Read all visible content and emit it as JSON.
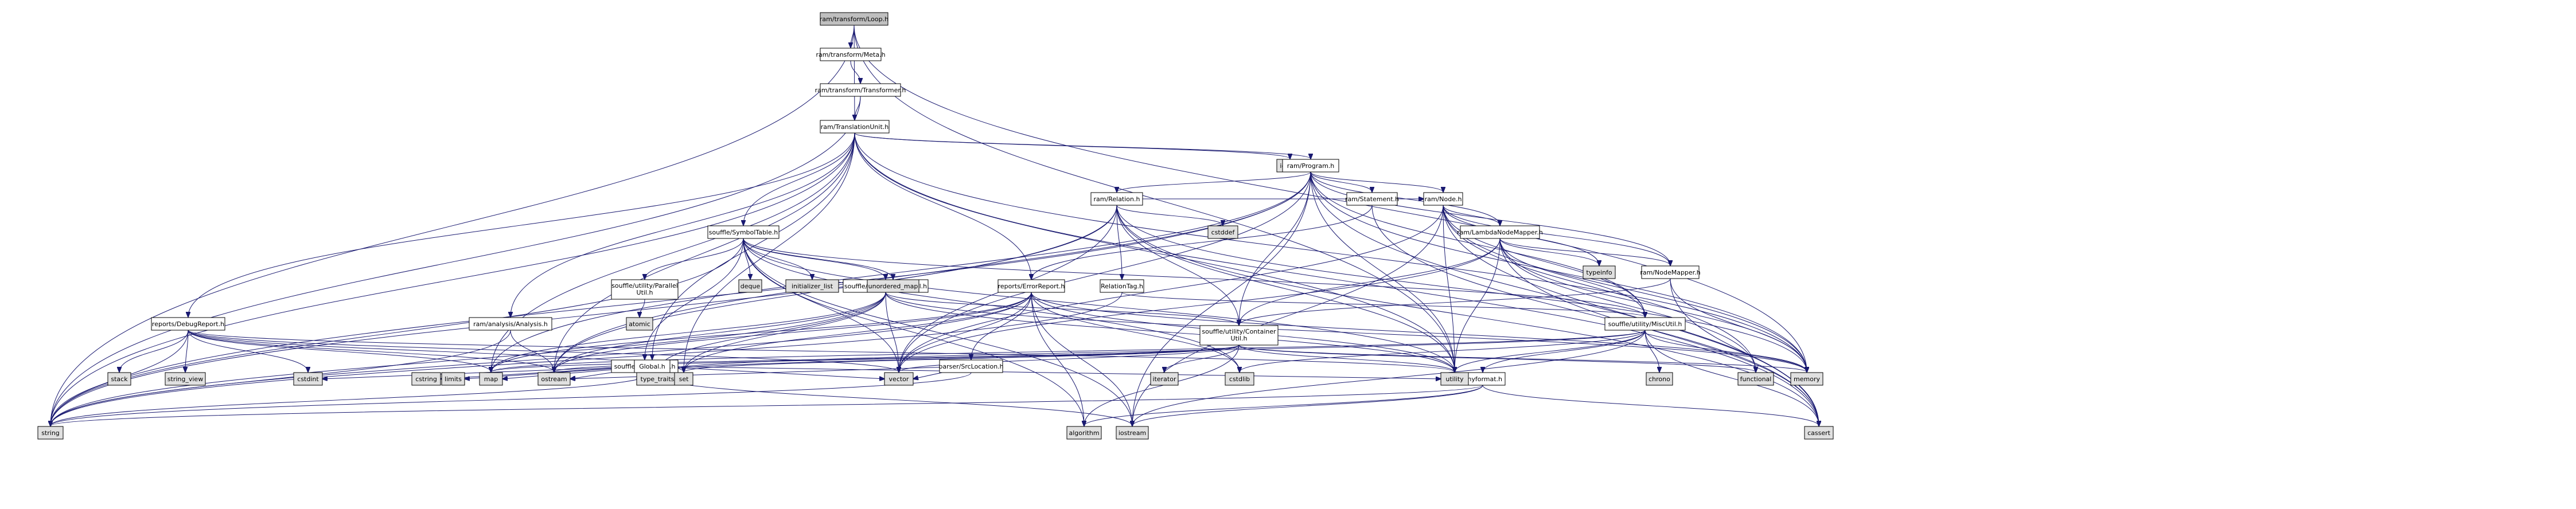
{
  "graph": {
    "root": "ram/transform/Loop.h",
    "nodes": [
      {
        "id": "loop",
        "lines": [
          "ram/transform/Loop.h"
        ],
        "style": "root"
      },
      {
        "id": "meta",
        "lines": [
          "ram/transform/Meta.h"
        ],
        "style": "file"
      },
      {
        "id": "transformer",
        "lines": [
          "ram/transform/Transformer.h"
        ],
        "style": "file"
      },
      {
        "id": "tu",
        "lines": [
          "ram/TranslationUnit.h"
        ],
        "style": "file"
      },
      {
        "id": "iosfwd",
        "lines": [
          "iosfwd"
        ],
        "style": "system"
      },
      {
        "id": "program",
        "lines": [
          "ram/Program.h"
        ],
        "style": "file"
      },
      {
        "id": "relation",
        "lines": [
          "ram/Relation.h"
        ],
        "style": "file"
      },
      {
        "id": "statement",
        "lines": [
          "ram/Statement.h"
        ],
        "style": "file"
      },
      {
        "id": "cstddef",
        "lines": [
          "cstddef"
        ],
        "style": "system"
      },
      {
        "id": "node",
        "lines": [
          "ram/Node.h"
        ],
        "style": "file"
      },
      {
        "id": "lambdamapper",
        "lines": [
          "ram/LambdaNodeMapper.h"
        ],
        "style": "file"
      },
      {
        "id": "symboltable",
        "lines": [
          "souffle/SymbolTable.h"
        ],
        "style": "file"
      },
      {
        "id": "typeinfo",
        "lines": [
          "typeinfo"
        ],
        "style": "system"
      },
      {
        "id": "nodemapper",
        "lines": [
          "ram/NodeMapper.h"
        ],
        "style": "file"
      },
      {
        "id": "reltag",
        "lines": [
          "RelationTag.h"
        ],
        "style": "file"
      },
      {
        "id": "errorreport",
        "lines": [
          "reports/ErrorReport.h"
        ],
        "style": "file"
      },
      {
        "id": "streamutil",
        "lines": [
          "souffle/utility/StreamUtil.h"
        ],
        "style": "file"
      },
      {
        "id": "parallelutil",
        "lines": [
          "souffle/utility/Parallel",
          "Util.h"
        ],
        "style": "file"
      },
      {
        "id": "deque",
        "lines": [
          "deque"
        ],
        "style": "system"
      },
      {
        "id": "initlist",
        "lines": [
          "initializer_list"
        ],
        "style": "system"
      },
      {
        "id": "unorderedmap",
        "lines": [
          "unordered_map"
        ],
        "style": "system"
      },
      {
        "id": "miscutil",
        "lines": [
          "souffle/utility/MiscUtil.h"
        ],
        "style": "file"
      },
      {
        "id": "container",
        "lines": [
          "souffle/utility/Container",
          "Util.h"
        ],
        "style": "file"
      },
      {
        "id": "debugreport",
        "lines": [
          "reports/DebugReport.h"
        ],
        "style": "file"
      },
      {
        "id": "analysis",
        "lines": [
          "ram/analysis/Analysis.h"
        ],
        "style": "file"
      },
      {
        "id": "atomic",
        "lines": [
          "atomic"
        ],
        "style": "system"
      },
      {
        "id": "ramtypes",
        "lines": [
          "souffle/RamTypes.h"
        ],
        "style": "file"
      },
      {
        "id": "global",
        "lines": [
          "Global.h"
        ],
        "style": "file"
      },
      {
        "id": "srcloc",
        "lines": [
          "parser/SrcLocation.h"
        ],
        "style": "file"
      },
      {
        "id": "tinyformat",
        "lines": [
          "tinyformat.h"
        ],
        "style": "file"
      },
      {
        "id": "chrono",
        "lines": [
          "chrono"
        ],
        "style": "system"
      },
      {
        "id": "functional",
        "lines": [
          "functional"
        ],
        "style": "system"
      },
      {
        "id": "iterator",
        "lines": [
          "iterator"
        ],
        "style": "system"
      },
      {
        "id": "stack",
        "lines": [
          "stack"
        ],
        "style": "system"
      },
      {
        "id": "string_view",
        "lines": [
          "string_view"
        ],
        "style": "system"
      },
      {
        "id": "cstdint",
        "lines": [
          "cstdint"
        ],
        "style": "system"
      },
      {
        "id": "cstring",
        "lines": [
          "cstring"
        ],
        "style": "system"
      },
      {
        "id": "limits",
        "lines": [
          "limits"
        ],
        "style": "system"
      },
      {
        "id": "map",
        "lines": [
          "map"
        ],
        "style": "system"
      },
      {
        "id": "ostream",
        "lines": [
          "ostream"
        ],
        "style": "system"
      },
      {
        "id": "type_traits",
        "lines": [
          "type_traits"
        ],
        "style": "system"
      },
      {
        "id": "set",
        "lines": [
          "set"
        ],
        "style": "system"
      },
      {
        "id": "vector",
        "lines": [
          "vector"
        ],
        "style": "system"
      },
      {
        "id": "cstdlib",
        "lines": [
          "cstdlib"
        ],
        "style": "system"
      },
      {
        "id": "utility",
        "lines": [
          "utility"
        ],
        "style": "system"
      },
      {
        "id": "memory",
        "lines": [
          "memory"
        ],
        "style": "system"
      },
      {
        "id": "string",
        "lines": [
          "string"
        ],
        "style": "system"
      },
      {
        "id": "algorithm",
        "lines": [
          "algorithm"
        ],
        "style": "system"
      },
      {
        "id": "iostream",
        "lines": [
          "iostream"
        ],
        "style": "system"
      },
      {
        "id": "cassert",
        "lines": [
          "cassert"
        ],
        "style": "system"
      }
    ],
    "edges": [
      [
        "loop",
        "meta"
      ],
      [
        "loop",
        "tu"
      ],
      [
        "loop",
        "string"
      ],
      [
        "loop",
        "memory"
      ],
      [
        "loop",
        "utility"
      ],
      [
        "meta",
        "transformer"
      ],
      [
        "transformer",
        "tu"
      ],
      [
        "transformer",
        "string"
      ],
      [
        "tu",
        "iosfwd"
      ],
      [
        "tu",
        "program"
      ],
      [
        "tu",
        "symboltable"
      ],
      [
        "tu",
        "errorreport"
      ],
      [
        "tu",
        "debugreport"
      ],
      [
        "tu",
        "analysis"
      ],
      [
        "tu",
        "global"
      ],
      [
        "tu",
        "map"
      ],
      [
        "tu",
        "memory"
      ],
      [
        "tu",
        "string"
      ],
      [
        "tu",
        "utility"
      ],
      [
        "tu",
        "ostream"
      ],
      [
        "tu",
        "set"
      ],
      [
        "tu",
        "cassert"
      ],
      [
        "program",
        "relation"
      ],
      [
        "program",
        "statement"
      ],
      [
        "program",
        "node"
      ],
      [
        "program",
        "nodemapper"
      ],
      [
        "program",
        "lambdamapper"
      ],
      [
        "program",
        "container"
      ],
      [
        "program",
        "miscutil"
      ],
      [
        "program",
        "string"
      ],
      [
        "program",
        "vector"
      ],
      [
        "program",
        "memory"
      ],
      [
        "program",
        "utility"
      ],
      [
        "program",
        "ostream"
      ],
      [
        "program",
        "map"
      ],
      [
        "program",
        "cassert"
      ],
      [
        "program",
        "iostream"
      ],
      [
        "relation",
        "node"
      ],
      [
        "relation",
        "reltag"
      ],
      [
        "relation",
        "container"
      ],
      [
        "relation",
        "cstddef"
      ],
      [
        "relation",
        "memory"
      ],
      [
        "relation",
        "ostream"
      ],
      [
        "relation",
        "string"
      ],
      [
        "relation",
        "utility"
      ],
      [
        "relation",
        "vector"
      ],
      [
        "relation",
        "cassert"
      ],
      [
        "statement",
        "node"
      ],
      [
        "statement",
        "errorreport"
      ],
      [
        "statement",
        "cassert"
      ],
      [
        "node",
        "lambdamapper"
      ],
      [
        "node",
        "nodemapper"
      ],
      [
        "node",
        "miscutil"
      ],
      [
        "node",
        "functional"
      ],
      [
        "node",
        "typeinfo"
      ],
      [
        "node",
        "memory"
      ],
      [
        "node",
        "utility"
      ],
      [
        "node",
        "vector"
      ],
      [
        "node",
        "cassert"
      ],
      [
        "node",
        "iostream"
      ],
      [
        "lambdamapper",
        "nodemapper"
      ],
      [
        "lambdamapper",
        "miscutil"
      ],
      [
        "lambdamapper",
        "container"
      ],
      [
        "lambdamapper",
        "typeinfo"
      ],
      [
        "lambdamapper",
        "functional"
      ],
      [
        "lambdamapper",
        "memory"
      ],
      [
        "lambdamapper",
        "utility"
      ],
      [
        "lambdamapper",
        "vector"
      ],
      [
        "lambdamapper",
        "cassert"
      ],
      [
        "nodemapper",
        "container"
      ],
      [
        "nodemapper",
        "memory"
      ],
      [
        "nodemapper",
        "cassert"
      ],
      [
        "reltag",
        "miscutil"
      ],
      [
        "reltag",
        "string"
      ],
      [
        "symboltable",
        "ramtypes"
      ],
      [
        "symboltable",
        "parallelutil"
      ],
      [
        "symboltable",
        "streamutil"
      ],
      [
        "symboltable",
        "miscutil"
      ],
      [
        "symboltable",
        "deque"
      ],
      [
        "symboltable",
        "initlist"
      ],
      [
        "symboltable",
        "unorderedmap"
      ],
      [
        "symboltable",
        "vector"
      ],
      [
        "symboltable",
        "utility"
      ],
      [
        "symboltable",
        "iostream"
      ],
      [
        "symboltable",
        "string"
      ],
      [
        "symboltable",
        "cstdlib"
      ],
      [
        "symboltable",
        "algorithm"
      ],
      [
        "parallelutil",
        "atomic"
      ],
      [
        "streamutil",
        "container"
      ],
      [
        "streamutil",
        "map"
      ],
      [
        "streamutil",
        "memory"
      ],
      [
        "streamutil",
        "ostream"
      ],
      [
        "streamutil",
        "set"
      ],
      [
        "streamutil",
        "string"
      ],
      [
        "streamutil",
        "type_traits"
      ],
      [
        "streamutil",
        "utility"
      ],
      [
        "streamutil",
        "vector"
      ],
      [
        "errorreport",
        "srcloc"
      ],
      [
        "errorreport",
        "algorithm"
      ],
      [
        "errorreport",
        "cstdlib"
      ],
      [
        "errorreport",
        "iostream"
      ],
      [
        "errorreport",
        "map"
      ],
      [
        "errorreport",
        "memory"
      ],
      [
        "errorreport",
        "ostream"
      ],
      [
        "errorreport",
        "set"
      ],
      [
        "errorreport",
        "string"
      ],
      [
        "errorreport",
        "utility"
      ],
      [
        "errorreport",
        "vector"
      ],
      [
        "srcloc",
        "ostream"
      ],
      [
        "srcloc",
        "string"
      ],
      [
        "srcloc",
        "vector"
      ],
      [
        "miscutil",
        "tinyformat"
      ],
      [
        "miscutil",
        "cassert"
      ],
      [
        "miscutil",
        "chrono"
      ],
      [
        "miscutil",
        "cstdlib"
      ],
      [
        "miscutil",
        "iostream"
      ],
      [
        "miscutil",
        "map"
      ],
      [
        "miscutil",
        "memory"
      ],
      [
        "miscutil",
        "type_traits"
      ],
      [
        "miscutil",
        "utility"
      ],
      [
        "tinyformat",
        "algorithm"
      ],
      [
        "tinyformat",
        "cassert"
      ],
      [
        "tinyformat",
        "iostream"
      ],
      [
        "tinyformat",
        "string"
      ],
      [
        "container",
        "iterator"
      ],
      [
        "container",
        "map"
      ],
      [
        "container",
        "memory"
      ],
      [
        "container",
        "set"
      ],
      [
        "container",
        "vector"
      ],
      [
        "container",
        "functional"
      ],
      [
        "container",
        "utility"
      ],
      [
        "container",
        "algorithm"
      ],
      [
        "container",
        "type_traits"
      ],
      [
        "container",
        "ostream"
      ],
      [
        "debugreport",
        "stack"
      ],
      [
        "debugreport",
        "string_view"
      ],
      [
        "debugreport",
        "cstdint"
      ],
      [
        "debugreport",
        "map"
      ],
      [
        "debugreport",
        "ostream"
      ],
      [
        "debugreport",
        "set"
      ],
      [
        "debugreport",
        "string"
      ],
      [
        "debugreport",
        "vector"
      ],
      [
        "debugreport",
        "utility"
      ],
      [
        "analysis",
        "string"
      ],
      [
        "analysis",
        "ostream"
      ],
      [
        "ramtypes",
        "cstring"
      ],
      [
        "ramtypes",
        "limits"
      ],
      [
        "ramtypes",
        "cstdint"
      ],
      [
        "ramtypes",
        "iostream"
      ],
      [
        "ramtypes",
        "type_traits"
      ],
      [
        "global",
        "map"
      ],
      [
        "global",
        "ostream"
      ],
      [
        "global",
        "string"
      ],
      [
        "global",
        "utility"
      ],
      [
        "global",
        "vector"
      ]
    ],
    "colors": {
      "root_fill": "#bfbfbf",
      "file_fill": "#ffffff",
      "system_fill": "#e0e0e0",
      "border": "#000000",
      "edge": "#191970"
    }
  }
}
